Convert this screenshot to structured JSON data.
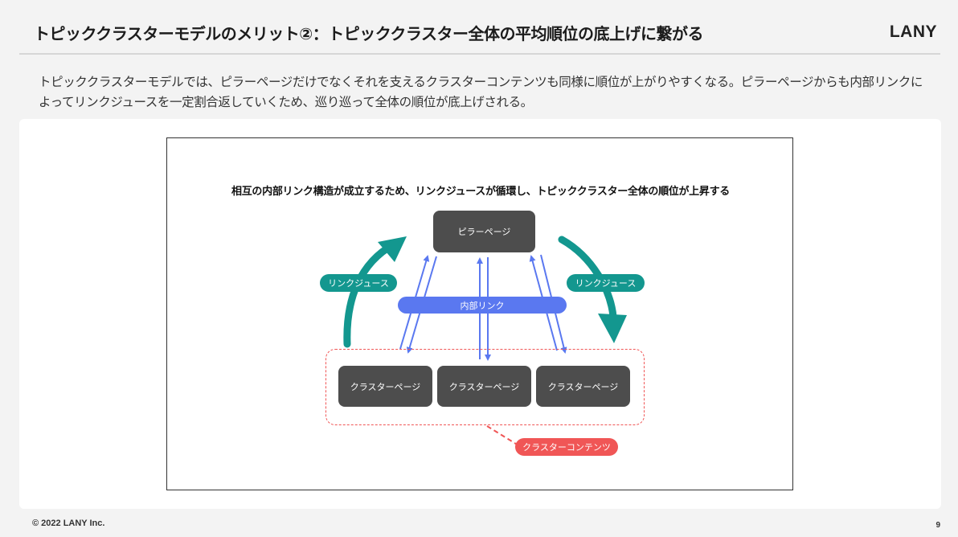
{
  "header": {
    "title": "トピッククラスターモデルのメリット②：トピッククラスター全体の平均順位の底上げに繋がる",
    "logo": "LANY"
  },
  "lead": "トピッククラスターモデルでは、ピラーページだけでなくそれを支えるクラスターコンテンツも同様に順位が上がりやすくなる。ピラーページからも内部リンクによってリンクジュースを一定割合返していくため、巡り巡って全体の順位が底上げされる。",
  "diagram": {
    "title": "相互の内部リンク構造が成立するため、リンクジュースが循環し、トピッククラスター全体の順位が上昇する",
    "pillar": "ピラーページ",
    "internal_link": "内部リンク",
    "link_juice_left": "リンクジュース",
    "link_juice_right": "リンクジュース",
    "clusters": [
      "クラスターページ",
      "クラスターページ",
      "クラスターページ"
    ],
    "cluster_content": "クラスターコンテンツ",
    "colors": {
      "teal": "#13978f",
      "blue": "#5a78f0",
      "red": "#f05656",
      "node": "#4d4d4d"
    }
  },
  "footer": {
    "copyright": "© 2022 LANY Inc.",
    "page": "9"
  }
}
